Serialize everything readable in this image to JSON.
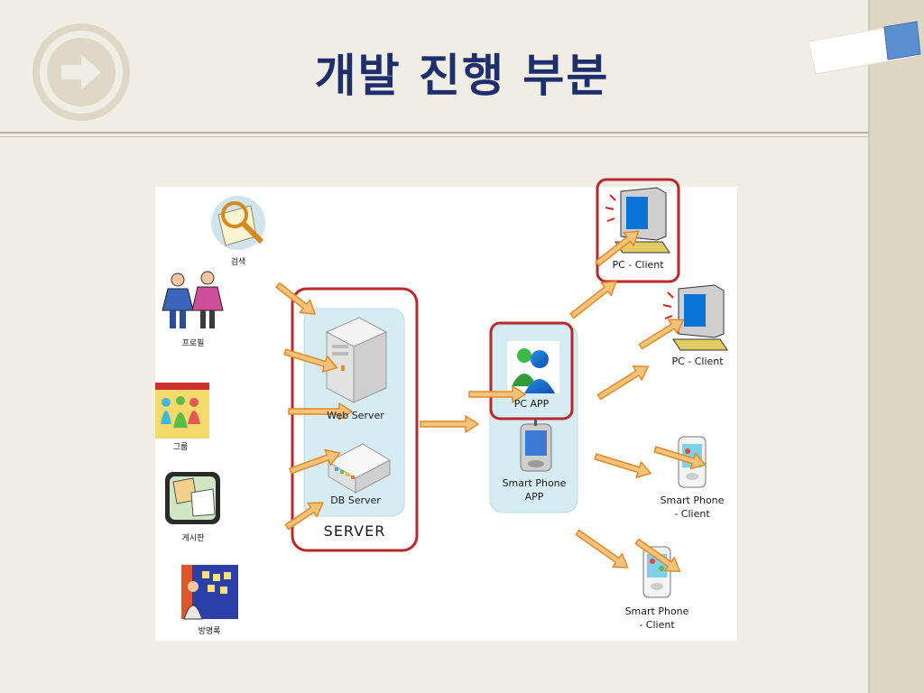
{
  "slide": {
    "title": "개발 진행 부분"
  },
  "diagram": {
    "server": {
      "web_server_label": "Web Server",
      "db_server_label": "DB Server",
      "group_label": "SERVER"
    },
    "app": {
      "pc_app_label": "PC APP",
      "smart_phone_app_label": "Smart Phone\nAPP"
    },
    "features": [
      {
        "label": "검색",
        "icon": "search-magnifier-icon"
      },
      {
        "label": "프로필",
        "icon": "people-icon"
      },
      {
        "label": "그룹",
        "icon": "group-icon"
      },
      {
        "label": "게시판",
        "icon": "board-icon"
      },
      {
        "label": "방명록",
        "icon": "guestbook-icon"
      }
    ],
    "clients": [
      {
        "label": "PC - Client",
        "icon": "monitor-icon"
      },
      {
        "label": "PC - Client",
        "icon": "monitor-icon"
      },
      {
        "label": "Smart Phone\n- Client",
        "icon": "smartphone-icon"
      },
      {
        "label": "Smart Phone\n- Client",
        "icon": "smartphone-icon"
      }
    ],
    "colors": {
      "arrow": "#f0a030",
      "highlight_box": "#b8282c",
      "panel": "#d6ecf3",
      "title": "#1f2f6b"
    }
  }
}
